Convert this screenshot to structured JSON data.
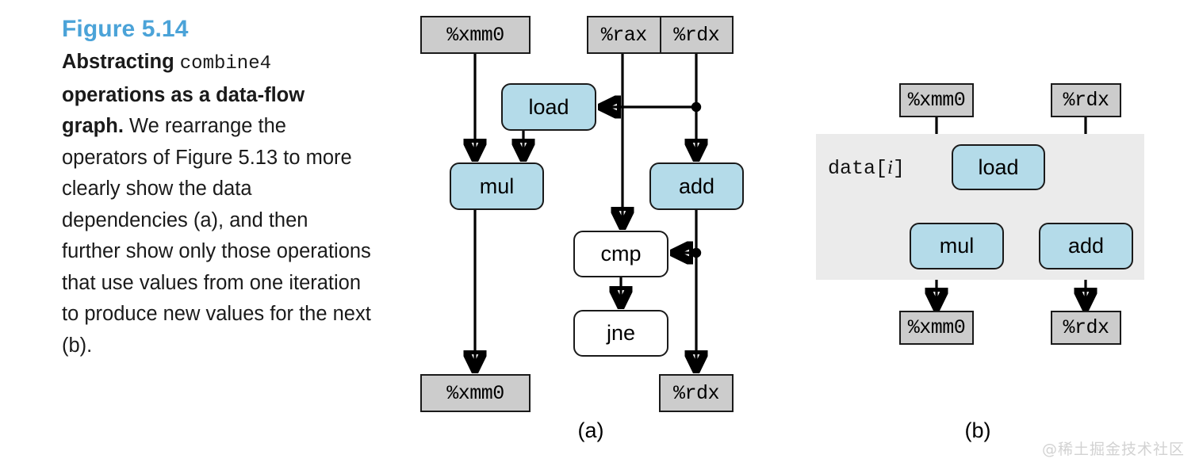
{
  "caption": {
    "figure_label": "Figure 5.14",
    "lead_bold_1": "Abstracting",
    "lead_mono": "combine4",
    "lead_bold_2": "operations as a data-flow graph.",
    "body": " We rearrange the operators of Figure 5.13 to more clearly show the data dependencies (a), and then further show only those operations that use values from one iteration to produce new values for the next (b).",
    "accent_color": "#4ba3d8"
  },
  "colors": {
    "register_fill": "#cccccc",
    "operation_fill": "#b4dbe9",
    "control_fill": "#ffffff",
    "shade_fill": "#ebebeb",
    "stroke": "#1a1a1a"
  },
  "diagram_a": {
    "subcaption": "(a)",
    "inputs": {
      "xmm0": "%xmm0",
      "rax": "%rax",
      "rdx": "%rdx"
    },
    "operations": {
      "load": "load",
      "mul": "mul",
      "add": "add",
      "cmp": "cmp",
      "jne": "jne"
    },
    "outputs": {
      "xmm0": "%xmm0",
      "rdx": "%rdx"
    }
  },
  "diagram_b": {
    "subcaption": "(b)",
    "shade_label_text": "data[",
    "shade_label_index": "i",
    "shade_label_close": "]",
    "inputs": {
      "xmm0": "%xmm0",
      "rdx": "%rdx"
    },
    "operations": {
      "load": "load",
      "mul": "mul",
      "add": "add"
    },
    "outputs": {
      "xmm0": "%xmm0",
      "rdx": "%rdx"
    }
  },
  "watermark": "@稀土掘金技术社区"
}
